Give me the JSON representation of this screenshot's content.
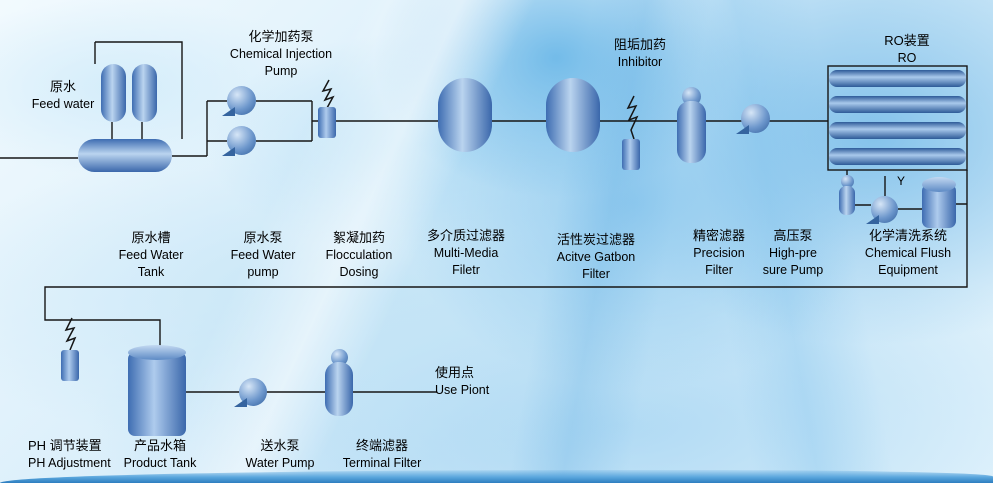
{
  "diagram": {
    "title": "RO water treatment process flow diagram",
    "labels": {
      "feed_water": {
        "zh": "原水",
        "en": "Feed water"
      },
      "chemical_injection_pump": {
        "zh": "化学加药泵",
        "en1": "Chemical Injection",
        "en2": "Pump"
      },
      "inhibitor": {
        "zh": "阻垢加药",
        "en": "Inhibitor"
      },
      "ro_unit": {
        "zh": "RO装置",
        "en": "RO"
      },
      "feed_water_tank": {
        "zh": "原水槽",
        "en1": "Feed Water",
        "en2": "Tank"
      },
      "feed_water_pump": {
        "zh": "原水泵",
        "en1": "Feed Water",
        "en2": "pump"
      },
      "flocculation_dosing": {
        "zh": "絮凝加药",
        "en1": "Flocculation",
        "en2": "Dosing"
      },
      "multi_media_filter": {
        "zh": "多介质过滤器",
        "en1": "Multi-Media",
        "en2": "Filetr"
      },
      "carbon_filter": {
        "zh": "活性炭过滤器",
        "en1": "Acitve Gatbon",
        "en2": "Filter"
      },
      "precision_filter": {
        "zh": "精密滤器",
        "en1": "Precision",
        "en2": "Filter"
      },
      "high_pressure_pump": {
        "zh": "高压泵",
        "en1": "High-pre",
        "en2": "sure Pump"
      },
      "chemical_flush": {
        "zh": "化学清洗系统",
        "en1": "Chemical Flush",
        "en2": "Equipment"
      },
      "ph_adjustment": {
        "zh": "PH  调节装置",
        "en": "PH Adjustment"
      },
      "product_tank": {
        "zh": "产品水箱",
        "en": "Product Tank"
      },
      "water_pump": {
        "zh": "送水泵",
        "en": "Water Pump"
      },
      "terminal_filter": {
        "zh": "终端滤器",
        "en": "Terminal Filter"
      },
      "use_point": {
        "zh": "使用点",
        "en": "Use Piont"
      },
      "y_marker": "Y"
    },
    "colors": {
      "equipment_fill": "#4f81bd",
      "equipment_highlight": "#bad4ef",
      "equipment_dark": "#2d5a98",
      "pipe_line": "#161616",
      "water_background": "#cfe9f8",
      "text": "#000000"
    }
  }
}
